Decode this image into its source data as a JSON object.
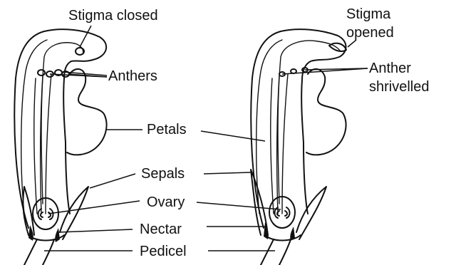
{
  "left_flower": {
    "labels": {
      "stigma": "Stigma closed",
      "anthers": "Anthers"
    }
  },
  "right_flower": {
    "labels": {
      "stigma_line1": "Stigma",
      "stigma_line2": "opened",
      "anther_line1": "Anther",
      "anther_line2": "shrivelled"
    }
  },
  "shared_labels": {
    "petals": "Petals",
    "sepals": "Sepals",
    "ovary": "Ovary",
    "nectar": "Nectar",
    "pedicel": "Pedicel"
  }
}
